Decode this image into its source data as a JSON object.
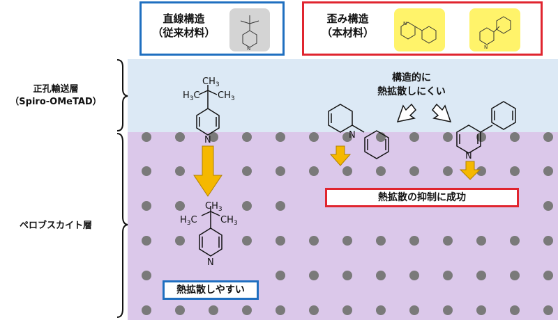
{
  "legend": {
    "linear": {
      "title": "直線構造",
      "subtitle": "（従来材料）"
    },
    "strained": {
      "title": "歪み構造",
      "subtitle": "（本材料）"
    }
  },
  "layers": {
    "htl": {
      "line1": "正孔輸送層",
      "line2": "（Spiro-OMeTAD）"
    },
    "perovskite": {
      "label": "ペロブスカイト層"
    }
  },
  "annotations": {
    "hard_diffuse_line1": "構造的に",
    "hard_diffuse_line2": "熱拡散しにくい",
    "easy_diffuse": "熱拡散しやすい",
    "suppressed": "熱拡散の抑制に成功"
  },
  "molecule_labels": {
    "ch3": "CH",
    "ch3_sub": "3",
    "h3c": "H",
    "h3c_sub": "3",
    "h3c_c": "C",
    "n": "N"
  },
  "colors": {
    "htl_band": "#dce9f5",
    "perovskite_band": "#dbc8ea",
    "dot": "#7a7a7a",
    "arrow_fill": "#f5b800",
    "arrow_stroke": "#b07f00",
    "blue": "#1f6fc0",
    "red": "#e0252f",
    "highlight_yellow": "#fff36a",
    "highlight_gray": "#d4d4d4"
  }
}
